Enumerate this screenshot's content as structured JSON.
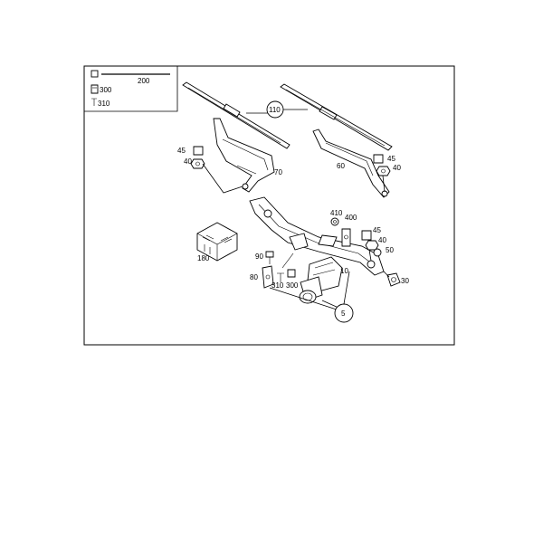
{
  "callouts": {
    "c200": "200",
    "c300_legend": "300",
    "c310_legend": "310",
    "c110": "110",
    "c45_left": "45",
    "c40_left": "40",
    "c70": "70",
    "c60": "60",
    "c45_right_top": "45",
    "c40_right_top": "40",
    "c410": "410",
    "c400": "400",
    "c45_mid": "45",
    "c40_mid": "40",
    "c50": "50",
    "c180": "180",
    "c90": "90",
    "c80": "80",
    "c310": "310",
    "c300": "300",
    "c10": "10",
    "c30": "30",
    "c5": "5"
  }
}
